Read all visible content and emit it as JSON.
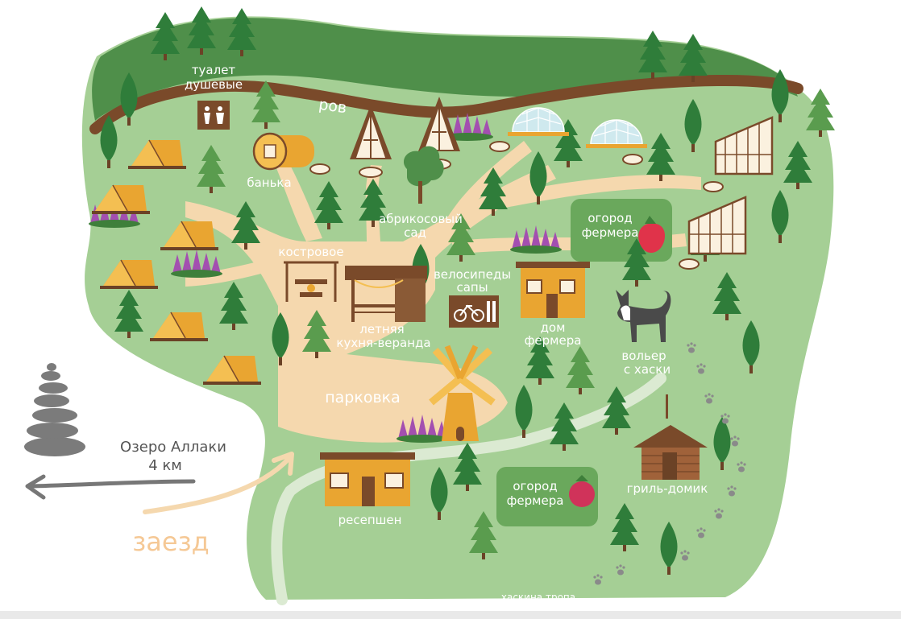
{
  "map": {
    "labels": {
      "toilet": "туалет",
      "showers": "душевые",
      "moat": "ров",
      "sauna": "банька",
      "apricot_garden_1": "абрикосовый",
      "apricot_garden_2": "сад",
      "firepit": "костровое",
      "summer_kitchen_1": "летняя",
      "summer_kitchen_2": "кухня-веранда",
      "bikes_1": "велосипеды",
      "bikes_2": "сапы",
      "farmer_garden_top_1": "огород",
      "farmer_garden_top_2": "фермера",
      "farmer_house_1": "дом",
      "farmer_house_2": "фермера",
      "husky_1": "вольер",
      "husky_2": "с хаски",
      "parking": "парковка",
      "reception": "ресепшен",
      "farmer_garden_bottom_1": "огород",
      "farmer_garden_bottom_2": "фермера",
      "grill_house": "гриль-домик",
      "husky_trail": "хаскина тропа",
      "lake_1": "Озеро Аллаки",
      "lake_2": "4 км",
      "checkin": "заезд"
    },
    "icons": [
      "tent-icon",
      "a-frame-icon",
      "dome-icon",
      "greenhouse-icon",
      "tree-icon",
      "sauna-barrel-icon",
      "windmill-icon",
      "husky-icon",
      "strawberry-icon",
      "raspberry-icon",
      "bicycle-icon",
      "paw-icon",
      "stone-stack-icon",
      "arrow-icon"
    ],
    "colors": {
      "grass": "#a5cf95",
      "forest": "#4f8f4a",
      "path": "#f5d8ae",
      "moat": "#7a4a2a",
      "tent": "#e9a531",
      "label_text": "#ffffff",
      "arrow_checkin": "#f5d8ae",
      "lake_text": "#555555"
    }
  }
}
